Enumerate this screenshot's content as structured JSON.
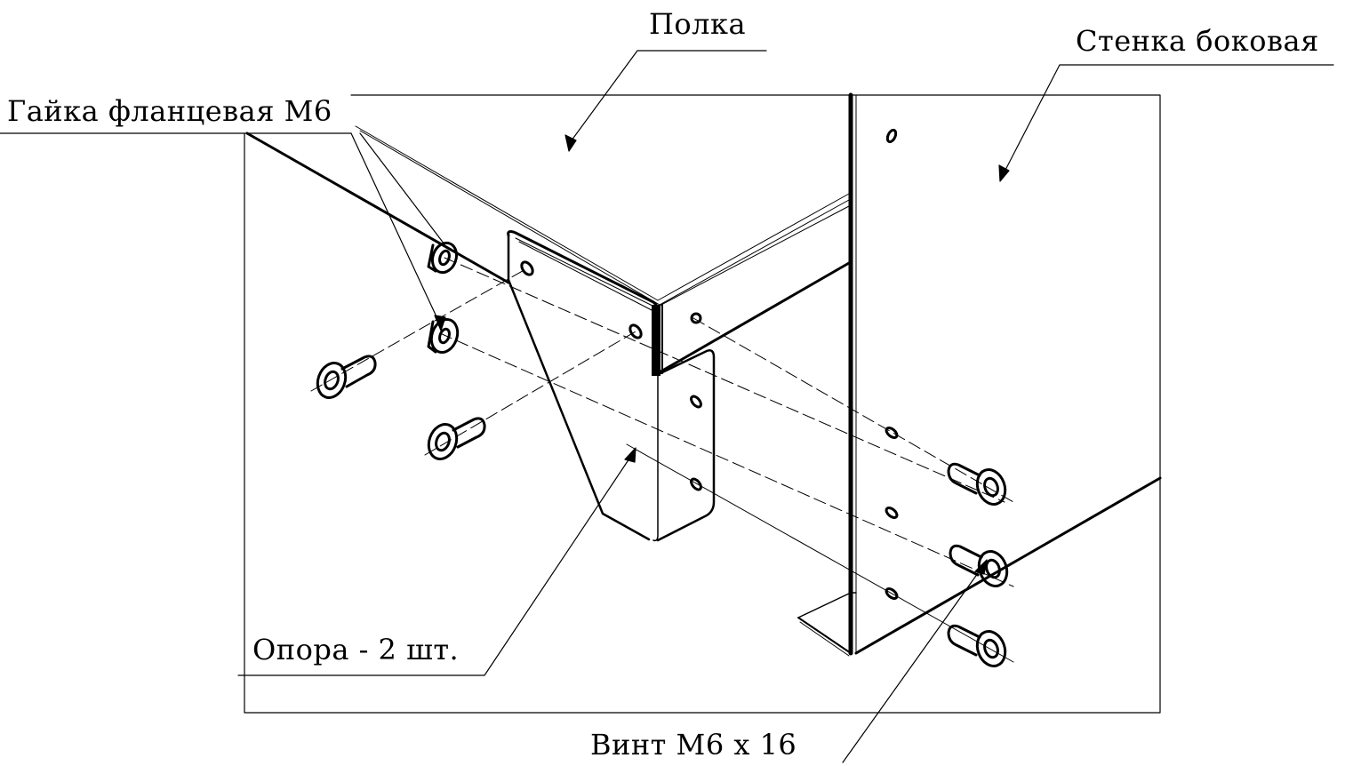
{
  "labels": {
    "shelf": "Полка",
    "side_wall": "Стенка боковая",
    "flange_nut": "Гайка фланцевая М6",
    "support": "Опора - 2 шт.",
    "screw": "Винт М6 х 16"
  },
  "colors": {
    "line": "#000000",
    "background": "#ffffff"
  }
}
